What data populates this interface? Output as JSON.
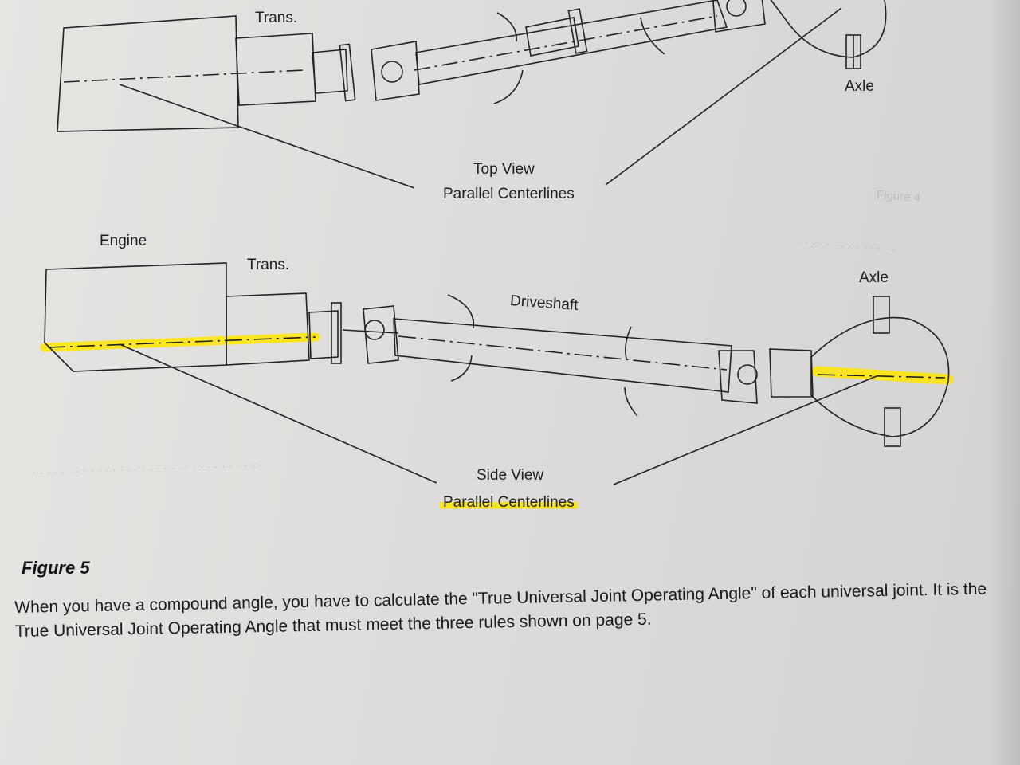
{
  "diagram": {
    "top_view": {
      "trans_label": "Trans.",
      "axle_label": "Axle",
      "view_label": "Top View",
      "centerline_label": "Parallel Centerlines"
    },
    "side_view": {
      "engine_label": "Engine",
      "trans_label": "Trans.",
      "axle_label": "Axle",
      "driveshaft_label": "Driveshaft",
      "view_label": "Side View",
      "centerline_label": "Parallel Centerlines"
    },
    "highlight_color": "#ffe600",
    "line_color": "#222222"
  },
  "figure_caption": "Figure 5",
  "body_text": "When you have a compound angle, you have to calculate the \"True Universal Joint Operating Angle\" of each universal joint. It is the True Universal Joint Operating Angle that must meet the three rules shown on page 5."
}
